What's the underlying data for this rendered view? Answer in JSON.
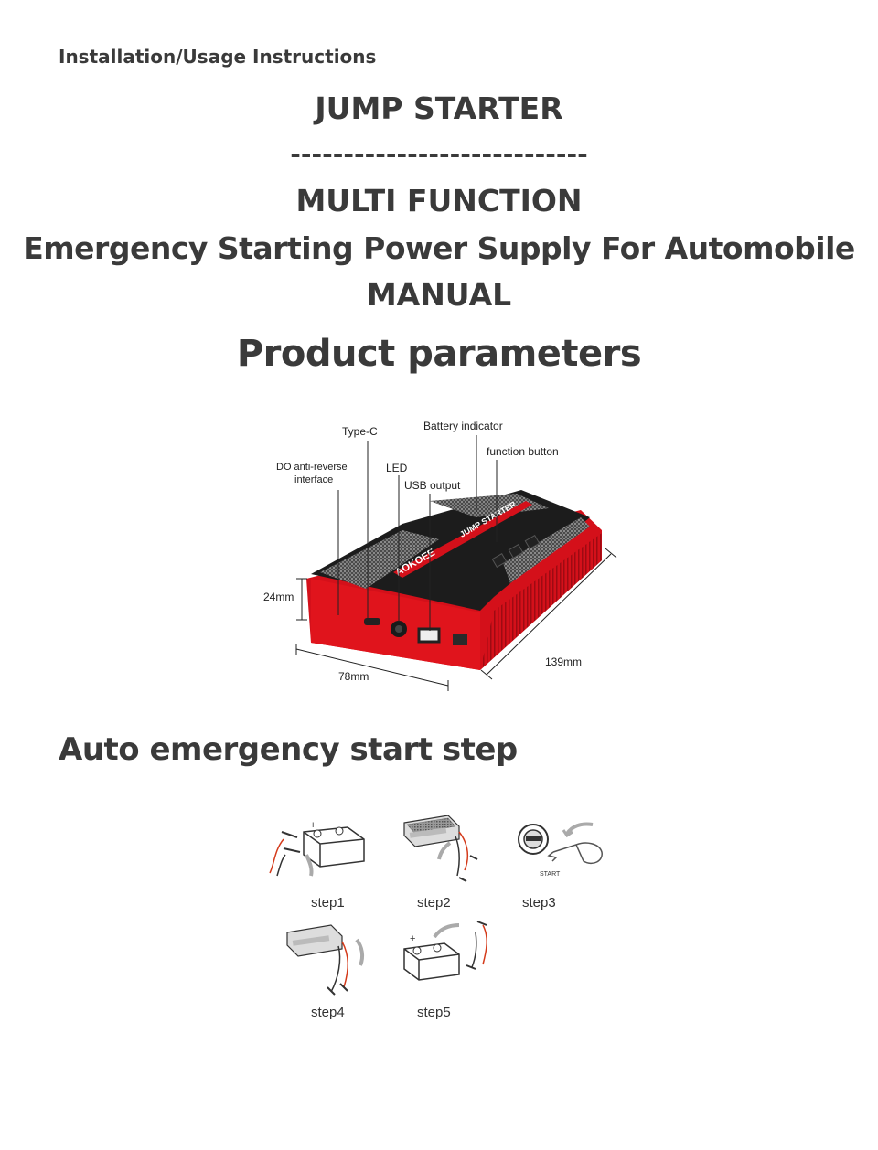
{
  "header": {
    "label": "Installation/Usage Instructions"
  },
  "title": {
    "line1": "JUMP STARTER",
    "divider": "----------------------------",
    "line2": "MULTI FUNCTION",
    "line3": "Emergency Starting Power Supply For Automobile",
    "line4": "MANUAL"
  },
  "product_parameters": {
    "heading": "Product parameters",
    "labels": {
      "type_c": "Type-C",
      "battery_indicator": "Battery indicator",
      "function_button": "function button",
      "do_line1": "DO anti-reverse",
      "do_line2": "interface",
      "led": "LED",
      "usb_output": "USB output",
      "height": "24mm",
      "width": "78mm",
      "length": "139mm"
    },
    "device_brand": "AOKOEE",
    "device_name": "JUMP STARTER",
    "colors": {
      "body_red": "#d4101a",
      "top_black": "#1c1c1c",
      "carbon": "#5a5a5a"
    }
  },
  "start_steps": {
    "heading": "Auto emergency start step",
    "steps": [
      {
        "label": "step1"
      },
      {
        "label": "step2"
      },
      {
        "label": "step3",
        "sub": "START"
      },
      {
        "label": "step4"
      },
      {
        "label": "step5"
      }
    ]
  }
}
